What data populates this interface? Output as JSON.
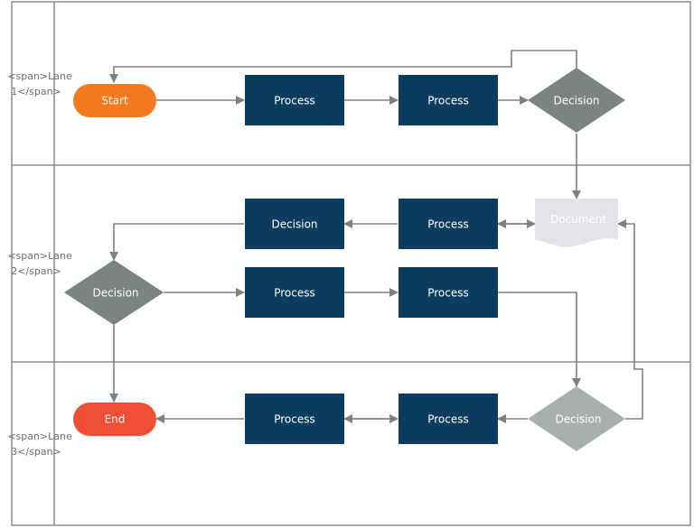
{
  "lanes": [
    {
      "label_line1": "<span>Lane",
      "label_line2": "1</span>"
    },
    {
      "label_line1": "<span>Lane",
      "label_line2": "2</span>"
    },
    {
      "label_line1": "<span>Lane",
      "label_line2": "3</span>"
    }
  ],
  "nodes": {
    "start": {
      "label": "Start",
      "color": "#f47a20"
    },
    "process_1": {
      "label": "Process",
      "color": "#0d3d5e"
    },
    "process_2": {
      "label": "Process",
      "color": "#0d3d5e"
    },
    "decision_1": {
      "label": "Decision",
      "color": "#7b8383"
    },
    "document": {
      "label": "Document",
      "color": "#e4e2e6"
    },
    "process_3": {
      "label": "Process",
      "color": "#0d3d5e"
    },
    "decision_2": {
      "label": "Decision",
      "color": "#0d3d5e"
    },
    "decision_3": {
      "label": "Decision",
      "color": "#7b8383"
    },
    "process_4": {
      "label": "Process",
      "color": "#0d3d5e"
    },
    "process_5": {
      "label": "Process",
      "color": "#0d3d5e"
    },
    "end": {
      "label": "End",
      "color": "#ef4e35"
    },
    "process_6": {
      "label": "Process",
      "color": "#0d3d5e"
    },
    "process_7": {
      "label": "Process",
      "color": "#0d3d5e"
    },
    "decision_4": {
      "label": "Decision",
      "color": "#a6b0ae"
    }
  }
}
